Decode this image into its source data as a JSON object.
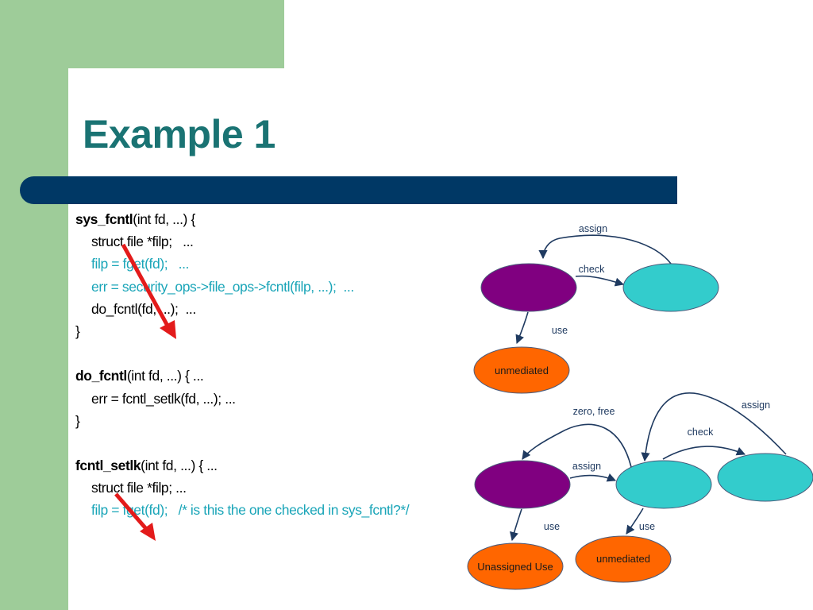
{
  "slide": {
    "title": "Example 1"
  },
  "code": {
    "sys_fcntl": {
      "fn_name": "sys_fcntl",
      "signature": "(int fd, ...) {",
      "line1": "struct file *filp;   ...",
      "line2": "filp = fget(fd);   ...",
      "line3": "err = security_ops->file_ops->fcntl(filp, ...);  ...",
      "line4": "do_fcntl(fd, ...);  ...",
      "close": "}"
    },
    "do_fcntl": {
      "fn_name": "do_fcntl",
      "signature": "(int fd, ...) { ...",
      "line1": "err = fcntl_setlk(fd, ...); ...",
      "close": "}"
    },
    "fcntl_setlk": {
      "fn_name": "fcntl_setlk",
      "signature": "(int fd, ...) { ...",
      "line1": "struct file *filp; ...",
      "line2": "filp = fget(fd);   /* is this the one checked in sys_fcntl?*/"
    },
    "teal_color": "#1aa5b8"
  },
  "diagram_top": {
    "edge_assign": "assign",
    "edge_check": "check",
    "edge_use": "use",
    "node_unmediated": "unmediated"
  },
  "diagram_bottom": {
    "edge_zero_free": "zero, free",
    "edge_assign_top": "assign",
    "edge_check": "check",
    "edge_assign": "assign",
    "edge_use_left": "use",
    "edge_use_right": "use",
    "node_unassigned_use": "Unassigned Use",
    "node_unmediated": "unmediated"
  },
  "colors": {
    "purple": "#800080",
    "cyan": "#33cccc",
    "orange": "#ff6600",
    "arrow_red": "#e31b1b",
    "edge_navy": "#1f3a60",
    "title_teal": "#1a7373",
    "bar_navy": "#003865",
    "green": "#9ecc99"
  }
}
